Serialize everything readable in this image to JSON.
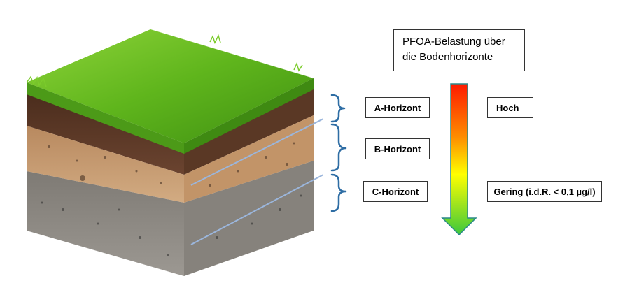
{
  "title": {
    "line1": "PFOA-Belastung über",
    "line2": "die Bodenhorizonte"
  },
  "horizons": [
    {
      "label": "A-Horizont"
    },
    {
      "label": "B-Horizont"
    },
    {
      "label": "C-Horizont"
    }
  ],
  "scale": {
    "high_label": "Hoch",
    "low_label": "Gering (i.d.R. < 0,1 µg/l)",
    "gradient_colors": [
      "#ff1a00",
      "#ff8c00",
      "#ffff00",
      "#3cc83c"
    ]
  },
  "colors": {
    "grass": "#5fb51c",
    "a_horizon": "#5b3a26",
    "b_horizon": "#c69a70",
    "c_horizon": "#8a8680",
    "brace": "#2e6da4",
    "leader_line": "#9bb6dc"
  }
}
